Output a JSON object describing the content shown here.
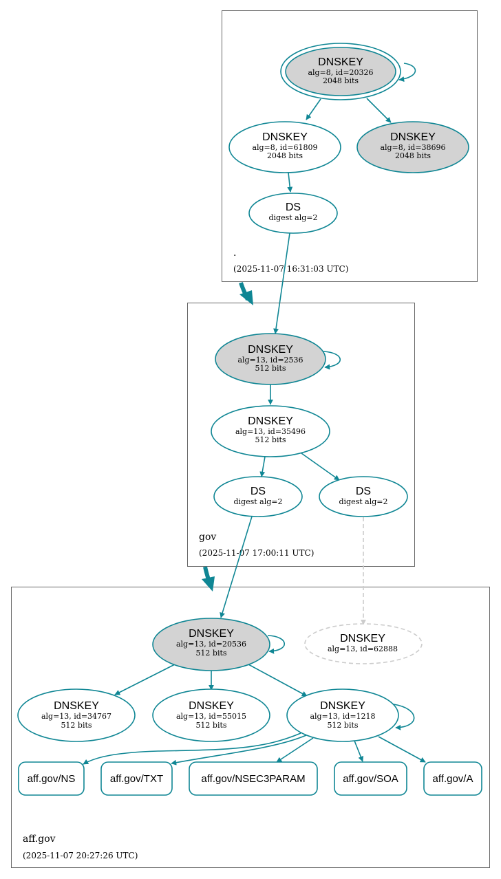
{
  "colors": {
    "edge": "#0f8694",
    "edge_insecure": "#cccccc",
    "sep_fill": "#d3d3d3",
    "zone_border": "#666666"
  },
  "zones": {
    "root": {
      "name": ".",
      "timestamp": "(2025-11-07 16:31:03 UTC)"
    },
    "gov": {
      "name": "gov",
      "timestamp": "(2025-11-07 17:00:11 UTC)"
    },
    "affgov": {
      "name": "aff.gov",
      "timestamp": "(2025-11-07 20:27:26 UTC)"
    }
  },
  "nodes": {
    "root_ksk": {
      "title": "DNSKEY",
      "line1": "alg=8, id=20326",
      "line2": "2048 bits"
    },
    "root_zsk": {
      "title": "DNSKEY",
      "line1": "alg=8, id=61809",
      "line2": "2048 bits"
    },
    "root_key3": {
      "title": "DNSKEY",
      "line1": "alg=8, id=38696",
      "line2": "2048 bits"
    },
    "gov_ds_in_root": {
      "title": "DS",
      "line1": "digest alg=2"
    },
    "gov_ksk": {
      "title": "DNSKEY",
      "line1": "alg=13, id=2536",
      "line2": "512 bits"
    },
    "gov_zsk": {
      "title": "DNSKEY",
      "line1": "alg=13, id=35496",
      "line2": "512 bits"
    },
    "aff_ds1": {
      "title": "DS",
      "line1": "digest alg=2"
    },
    "aff_ds2": {
      "title": "DS",
      "line1": "digest alg=2"
    },
    "aff_ksk": {
      "title": "DNSKEY",
      "line1": "alg=13, id=20536",
      "line2": "512 bits"
    },
    "aff_missing": {
      "title": "DNSKEY",
      "line1": "alg=13, id=62888"
    },
    "aff_key1": {
      "title": "DNSKEY",
      "line1": "alg=13, id=34767",
      "line2": "512 bits"
    },
    "aff_key2": {
      "title": "DNSKEY",
      "line1": "alg=13, id=55015",
      "line2": "512 bits"
    },
    "aff_zsk": {
      "title": "DNSKEY",
      "line1": "alg=13, id=1218",
      "line2": "512 bits"
    }
  },
  "rrsets": [
    "aff.gov/NS",
    "aff.gov/TXT",
    "aff.gov/NSEC3PARAM",
    "aff.gov/SOA",
    "aff.gov/A"
  ]
}
